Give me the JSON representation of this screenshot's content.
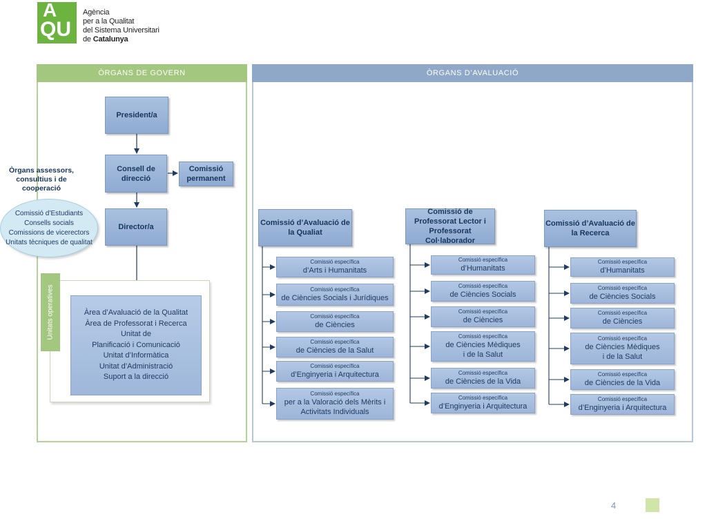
{
  "logo": {
    "letters_top": "A",
    "letters_bottom": "QU",
    "line1": "Agència",
    "line2": "per a la Qualitat",
    "line3": "del Sistema Universitari",
    "line4_prefix": "de ",
    "line4_bold": "Catalunya",
    "brand_color": "#6cb33f"
  },
  "govern": {
    "header": "ÒRGANS DE GOVERN",
    "president": "President/a",
    "consell": "Consell de direcció",
    "comissio_permanent": "Comissió permanent",
    "director": "Director/a",
    "assessors_title": "Òrgans assessors, consultius i de cooperació",
    "assessors_items": [
      "Comissió d’Estudiants",
      "Consells socials",
      "Comissions de vicerectors",
      "Unitats tècniques de qualitat"
    ],
    "units_tab": "Unitats operatives",
    "units_items": [
      "Àrea d’Avaluació de la Qualitat",
      "Àrea de Professorat i Recerca",
      "Unitat de",
      "Planificació i Comunicació",
      "Unitat d’Informàtica",
      "Unitat d’Administració",
      "Suport a la direcció"
    ]
  },
  "avaluacio": {
    "header": "ÒRGANS D’AVALUACIÓ",
    "small_label": "Comissió específica",
    "columns": [
      {
        "title": "Comissió d’Avaluació de la Qualiat",
        "items": [
          {
            "l1": "d’Arts i Humanitats"
          },
          {
            "l1": "de Ciències Socials i Jurídiques"
          },
          {
            "l1": "de Ciències"
          },
          {
            "l1": "de Ciències de la Salut"
          },
          {
            "l1": "d’Enginyeria i Arquitectura"
          },
          {
            "l1": "per a la Valoració dels Mèrits i",
            "l2": "Activitats Individuals"
          }
        ]
      },
      {
        "title": "Comissió de Professorat Lector i Professorat Col·laborador",
        "items": [
          {
            "l1": "d’Humanitats"
          },
          {
            "l1": "de Ciències Socials"
          },
          {
            "l1": "de Ciències"
          },
          {
            "l1": "de Ciències Mèdiques",
            "l2": "i de la Salut"
          },
          {
            "l1": "de Ciències de la Vida"
          },
          {
            "l1": "d’Enginyeria i Arquitectura"
          }
        ]
      },
      {
        "title": "Comissió d’Avaluació de la Recerca",
        "items": [
          {
            "l1": "d’Humanitats"
          },
          {
            "l1": "de Ciències Socials"
          },
          {
            "l1": "de Ciències"
          },
          {
            "l1": "de Ciències Mèdiques",
            "l2": "i de la Salut"
          },
          {
            "l1": "de Ciències de la Vida"
          },
          {
            "l1": "d’Enginyeria i Arquitectura"
          }
        ]
      }
    ]
  },
  "page_number": "4"
}
